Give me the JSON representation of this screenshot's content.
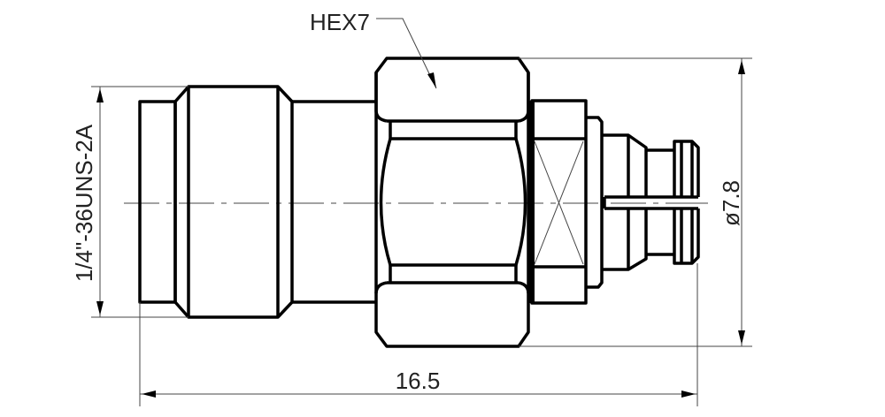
{
  "drawing": {
    "hex_label": "HEX7",
    "thread_label": "1/4\"-36UNS-2A",
    "diameter_label": "ø7.8",
    "length_label": "16.5",
    "line_color": "#000000",
    "background": "#ffffff"
  }
}
